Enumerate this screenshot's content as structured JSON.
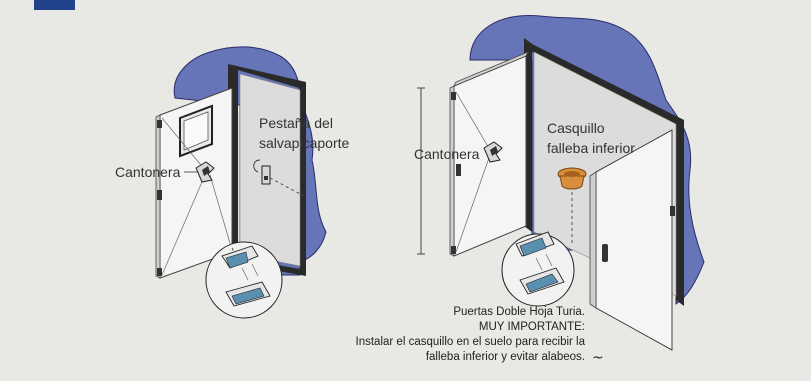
{
  "colors": {
    "background": "#e8e8e4",
    "wall": "#6674b8",
    "wall_edge": "#2c2c6a",
    "badge": "#20428a",
    "door_panel": "#f5f5f5",
    "frame": "#2a2a2a",
    "bushing": "#d98e3c"
  },
  "icons": {
    "corner_badge": "blue-square-icon",
    "tilde": "tilde-mark-icon"
  },
  "left_diagram": {
    "label_cantonera": "Cantonera",
    "label_pestana": "Pestaña del salvapicaporte"
  },
  "right_diagram": {
    "label_cantonera": "Cantonera",
    "label_casquillo": "Casquillo falleba inferior"
  },
  "caption": {
    "line1": "Puertas Doble Hoja Turia.",
    "line2": "MUY IMPORTANTE:",
    "line3": "Instalar el casquillo en el suelo para recibir la",
    "line4": "falleba inferior y evitar alabeos."
  }
}
